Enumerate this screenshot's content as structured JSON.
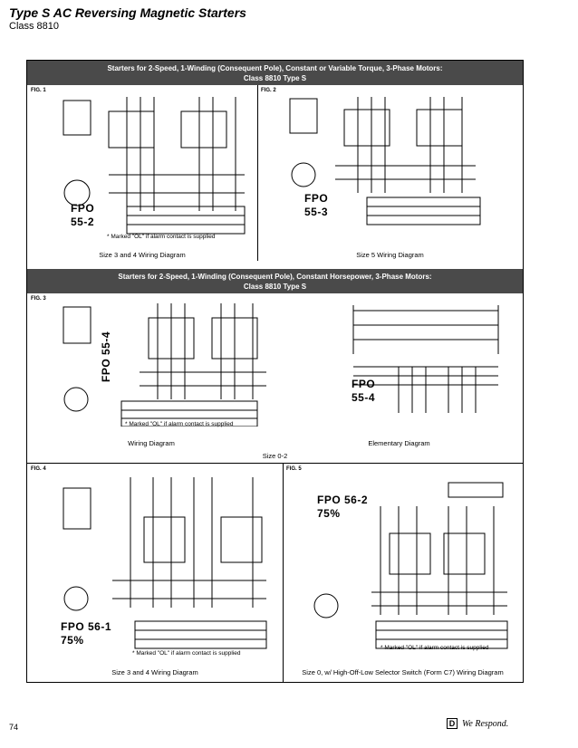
{
  "header": {
    "title": "Type S AC Reversing Magnetic Starters",
    "subtitle": "Class 8810"
  },
  "section1": {
    "heading_line1": "Starters for 2-Speed, 1-Winding (Consequent Pole), Constant or Variable Torque, 3-Phase Motors:",
    "heading_line2": "Class 8810 Type S",
    "fig1": {
      "label": "FIG. 1",
      "fpo": "FPO",
      "fpo_code": "55-2",
      "note": "* Marked \"OL\" if alarm contact is supplied",
      "caption": "Size 3 and 4 Wiring Diagram"
    },
    "fig2": {
      "label": "FIG. 2",
      "fpo": "FPO",
      "fpo_code": "55-3",
      "caption": "Size 5 Wiring Diagram"
    }
  },
  "section2": {
    "heading_line1": "Starters for 2-Speed, 1-Winding (Consequent Pole), Constant Horsepower, 3-Phase Motors:",
    "heading_line2": "Class 8810 Type S",
    "fig3": {
      "label": "FIG. 3",
      "fpo_left": "FPO 55-4",
      "fpo_right": "FPO",
      "fpo_right_code": "55-4",
      "note": "* Marked \"OL\" if alarm contact is supplied",
      "caption_left": "Wiring Diagram",
      "caption_right": "Elementary Diagram",
      "caption_center": "Size 0-2"
    },
    "fig4": {
      "label": "FIG. 4",
      "fpo": "FPO 56-1",
      "fpo_pct": "75%",
      "note": "* Marked \"OL\" if alarm contact is supplied",
      "caption": "Size 3 and 4 Wiring Diagram"
    },
    "fig5": {
      "label": "FIG. 5",
      "fpo": "FPO 56-2",
      "fpo_pct": "75%",
      "note": "* Marked \"OL\" if alarm contact is supplied",
      "caption": "Size 0, w/ High-Off-Low Selector Switch (Form C7) Wiring Diagram"
    }
  },
  "footer": {
    "page_number": "74",
    "logo_letter": "D",
    "brand": "We Respond."
  }
}
